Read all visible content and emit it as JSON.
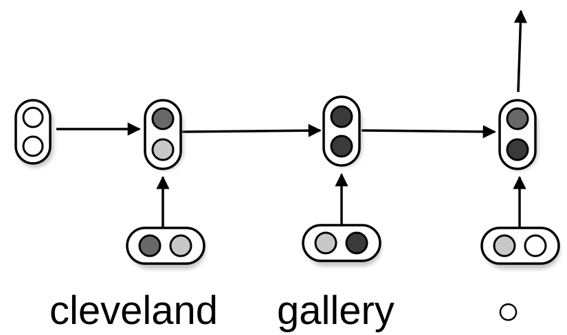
{
  "palette": {
    "white": "#ffffff",
    "light": "#c8c8c8",
    "mid": "#686868",
    "dark": "#3a3a3a",
    "stroke": "#000000",
    "shadow": "#9a9a9a"
  },
  "hidden_states": [
    {
      "id": "h0",
      "units": [
        "white",
        "white"
      ]
    },
    {
      "id": "h1",
      "units": [
        "mid",
        "light"
      ]
    },
    {
      "id": "h2",
      "units": [
        "dark",
        "dark"
      ]
    },
    {
      "id": "h3",
      "units": [
        "mid",
        "dark"
      ]
    }
  ],
  "input_vectors": [
    {
      "id": "x1",
      "units": [
        "mid",
        "light"
      ]
    },
    {
      "id": "x2",
      "units": [
        "light",
        "dark"
      ]
    },
    {
      "id": "x3",
      "units": [
        "light",
        "white"
      ]
    }
  ],
  "words": [
    "cleveland",
    "gallery",
    "○"
  ],
  "output_arrow": true
}
